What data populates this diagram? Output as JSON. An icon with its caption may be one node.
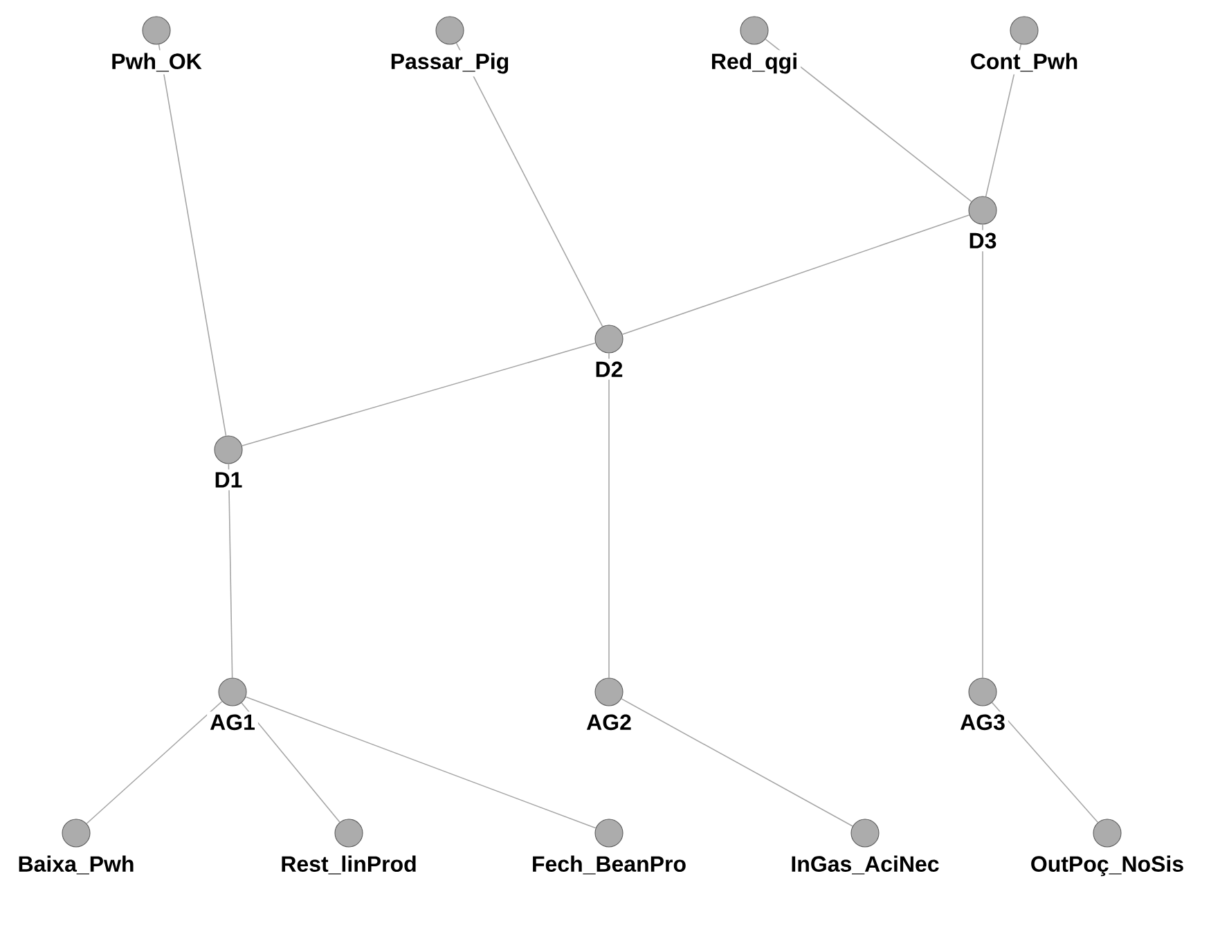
{
  "diagram": {
    "nodes": [
      {
        "text": [
          "Pwh_OK"
        ]
      },
      {
        "text": [
          "Passar_Pig"
        ]
      },
      {
        "text": [
          "Red_qgi"
        ]
      },
      {
        "text": [
          "Cont_Pwh"
        ]
      },
      {
        "text": [
          "D3"
        ]
      },
      {
        "text": [
          "D2"
        ]
      },
      {
        "text": [
          "D1"
        ]
      },
      {
        "text": [
          "AG1"
        ]
      },
      {
        "text": [
          "AG2"
        ]
      },
      {
        "text": [
          "AG3"
        ]
      },
      {
        "text": [
          "Baixa_Pwh"
        ]
      },
      {
        "text": [
          "Rest_linProd"
        ]
      },
      {
        "text": [
          "Fech_BeanPro"
        ]
      },
      {
        "text": [
          "InGas_AciNec"
        ]
      },
      {
        "text": [
          "OutPoç_NoSis"
        ]
      }
    ],
    "edges": [
      {
        "from": 0,
        "to": 6,
        "arrow": "none"
      },
      {
        "from": 1,
        "to": 5,
        "arrow": "none"
      },
      {
        "from": 2,
        "to": 4,
        "arrow": "none"
      },
      {
        "from": 3,
        "to": 4,
        "arrow": "none"
      },
      {
        "from": 4,
        "to": 5,
        "arrow": "none"
      },
      {
        "from": 5,
        "to": 6,
        "arrow": "none"
      },
      {
        "from": 6,
        "to": 7,
        "arrow": "none"
      },
      {
        "from": 5,
        "to": 8,
        "arrow": "none"
      },
      {
        "from": 4,
        "to": 9,
        "arrow": "none"
      },
      {
        "from": 7,
        "to": 10,
        "arrow": "none"
      },
      {
        "from": 7,
        "to": 11,
        "arrow": "none"
      },
      {
        "from": 7,
        "to": 12,
        "arrow": "none"
      },
      {
        "from": 8,
        "to": 13,
        "arrow": "none"
      },
      {
        "from": 9,
        "to": 14,
        "arrow": "none"
      }
    ]
  }
}
